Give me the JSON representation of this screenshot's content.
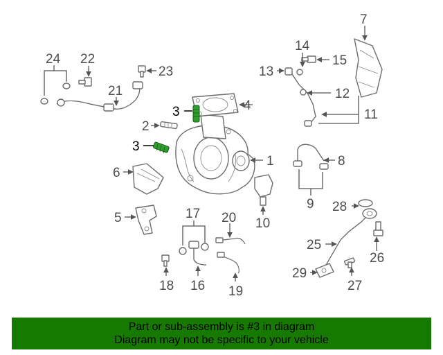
{
  "callouts": {
    "c1": "1",
    "c2": "2",
    "c3a": "3",
    "c3b": "3",
    "c4": "4",
    "c5": "5",
    "c6": "6",
    "c7": "7",
    "c8": "8",
    "c9": "9",
    "c10": "10",
    "c11": "11",
    "c12": "12",
    "c13": "13",
    "c14": "14",
    "c15": "15",
    "c16": "16",
    "c17": "17",
    "c18": "18",
    "c19": "19",
    "c20": "20",
    "c21": "21",
    "c22": "22",
    "c23": "23",
    "c24": "24",
    "c25": "25",
    "c26": "26",
    "c27": "27",
    "c28": "28",
    "c29": "29"
  },
  "highlight": {
    "part": "3",
    "color": "#2e9e2e"
  },
  "notice": {
    "line1": "Part or sub-assembly is #3 in diagram",
    "line2": "Diagram may not be specific to your vehicle",
    "background": "#167a00"
  }
}
